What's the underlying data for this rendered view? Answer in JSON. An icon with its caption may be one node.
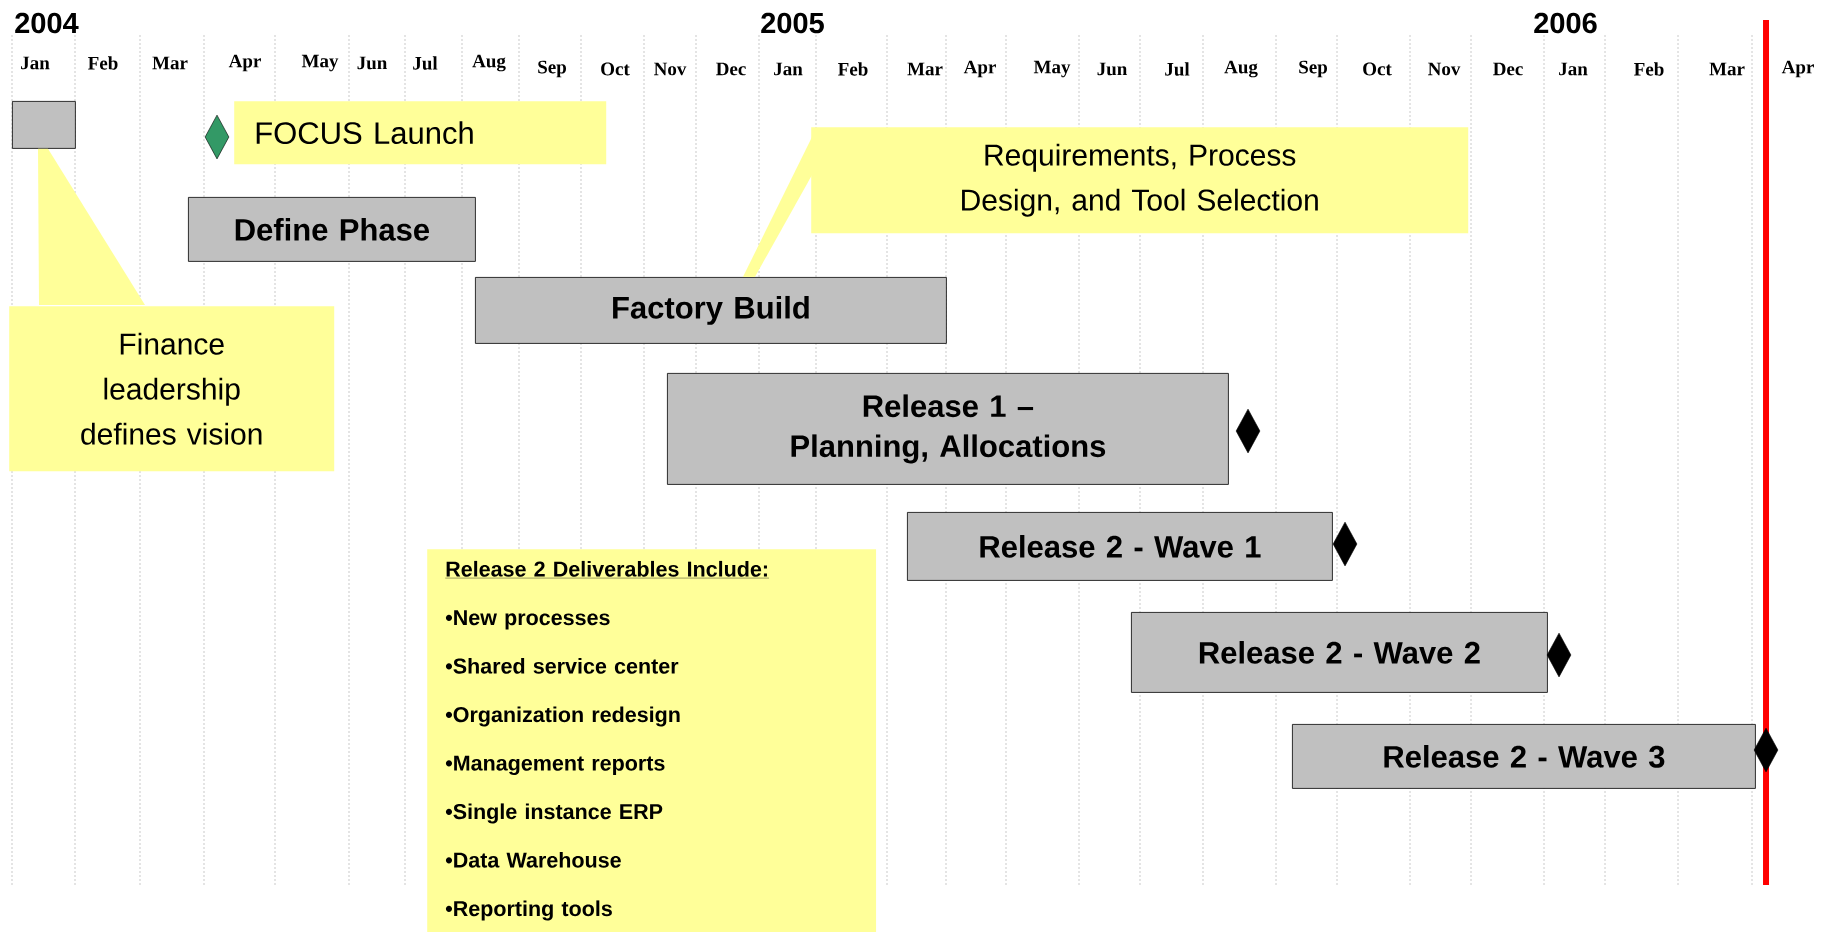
{
  "diagram": {
    "nodes": [
      {
        "text": [],
        "shape": "box"
      },
      {
        "text": [],
        "shape": "diamond"
      },
      {
        "text": [
          "FOCUS Launch"
        ]
      },
      {
        "text": [
          "Define Phase"
        ]
      },
      {
        "text": [
          "Requirements, Process Design, and Tool Selection"
        ]
      },
      {
        "text": [
          "Factory Build"
        ]
      },
      {
        "text": [
          "Finance leadership defines vision"
        ]
      },
      {
        "text": [
          "Release 1 – Planning, Allocations"
        ]
      },
      {
        "text": [],
        "shape": "diamond"
      },
      {
        "text": [
          "Release 2 - Wave 1"
        ]
      },
      {
        "text": [],
        "shape": "diamond"
      },
      {
        "text": [
          "Release 2 - Wave 2"
        ]
      },
      {
        "text": [],
        "shape": "diamond"
      },
      {
        "text": [
          "Release 2 - Wave 3"
        ]
      },
      {
        "text": [],
        "shape": "diamond"
      },
      {
        "text": [
          "Release 2 Deliverables Include:",
          "•New processes",
          "•Shared service center",
          "•Organization redesign",
          "•Management reports",
          "•Single instance ERP",
          "•Data Warehouse",
          "•Reporting tools"
        ]
      }
    ],
    "edges": [
      {
        "from": 4,
        "to": 5,
        "arrow": "none"
      },
      {
        "from": 6,
        "to": 0,
        "arrow": "none"
      }
    ],
    "labels": [
      "2004",
      "2005",
      "2006",
      "Jan",
      "Feb",
      "Mar",
      "Apr",
      "May",
      "Jun",
      "Jul",
      "Aug",
      "Sep",
      "Oct",
      "Nov",
      "Dec",
      "Jan",
      "Feb",
      "Mar",
      "Apr",
      "May",
      "Jun",
      "Jul",
      "Aug",
      "Sep",
      "Oct",
      "Nov",
      "Dec",
      "Jan",
      "Feb",
      "Mar",
      "Apr"
    ]
  }
}
